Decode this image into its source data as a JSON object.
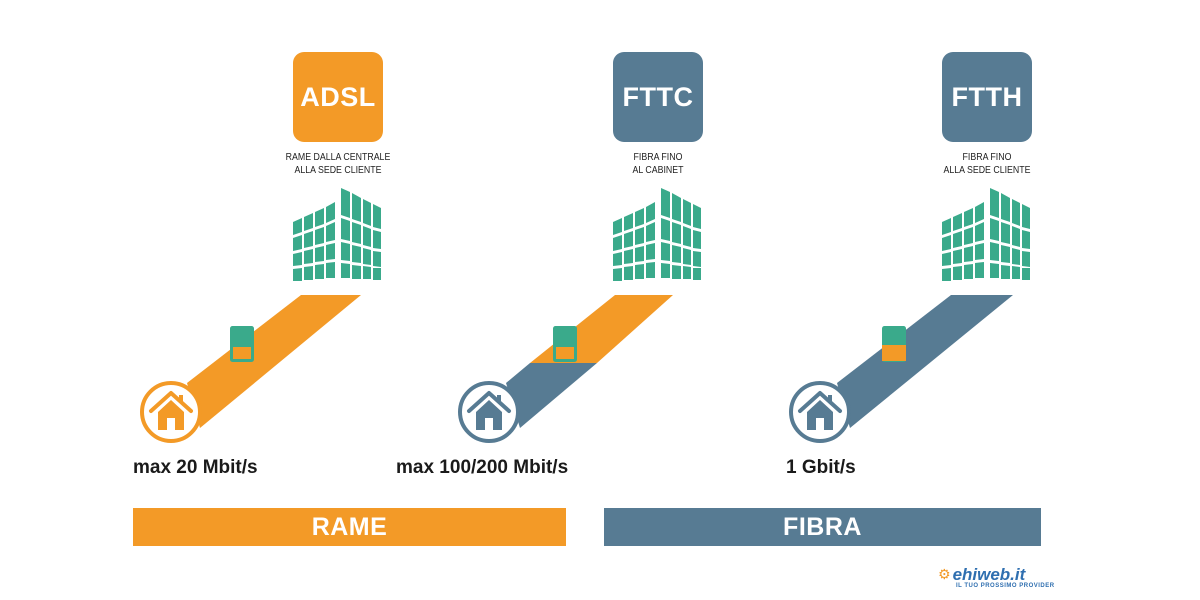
{
  "colors": {
    "orange": "#f39a27",
    "slate": "#577b93",
    "green": "#3aaa8b",
    "text": "#1a1a1a",
    "logo_blue": "#2f6fb0"
  },
  "technologies": [
    {
      "tile_label": "ADSL",
      "description_lines": [
        "RAME DALLA CENTRALE",
        "ALLA SEDE CLIENTE"
      ],
      "speed": "max 20 Mbit/s",
      "building_icon": "building-icon",
      "cabinet_icon": "street-cabinet-icon",
      "home_icon": "house-icon"
    },
    {
      "tile_label": "FTTC",
      "description_lines": [
        "FIBRA FINO",
        "AL CABINET"
      ],
      "speed": "max 100/200 Mbit/s",
      "building_icon": "building-icon",
      "cabinet_icon": "street-cabinet-icon",
      "home_icon": "house-icon"
    },
    {
      "tile_label": "FTTH",
      "description_lines": [
        "FIBRA FINO",
        "ALLA SEDE CLIENTE"
      ],
      "speed": "1 Gbit/s",
      "building_icon": "building-icon",
      "cabinet_icon": "street-cabinet-icon",
      "home_icon": "house-icon"
    }
  ],
  "categories": [
    {
      "label": "RAME"
    },
    {
      "label": "FIBRA"
    }
  ],
  "logo": {
    "icon": "gear-icon",
    "name": "ehiweb.it",
    "tagline": "IL TUO PROSSIMO PROVIDER"
  }
}
